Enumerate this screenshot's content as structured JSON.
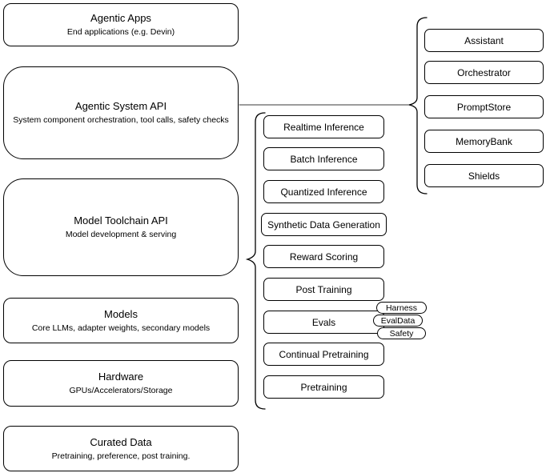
{
  "diagram": {
    "left_stack": [
      {
        "title": "Agentic Apps",
        "subtitle": "End applications (e.g. Devin)"
      },
      {
        "title": "Agentic System API",
        "subtitle": "System component orchestration, tool calls, safety checks"
      },
      {
        "title": "Model Toolchain API",
        "subtitle": "Model development & serving"
      },
      {
        "title": "Models",
        "subtitle": "Core LLMs, adapter weights, secondary models"
      },
      {
        "title": "Hardware",
        "subtitle": "GPUs/Accelerators/Storage"
      },
      {
        "title": "Curated Data",
        "subtitle": "Pretraining, preference, post training."
      }
    ],
    "toolchain_items": [
      "Realtime Inference",
      "Batch Inference",
      "Quantized Inference",
      "Synthetic Data Generation",
      "Reward Scoring",
      "Post Training",
      "Evals",
      "Continual Pretraining",
      "Pretraining"
    ],
    "evals_tags": [
      "Harness",
      "EvalData",
      "Safety"
    ],
    "system_components": [
      "Assistant",
      "Orchestrator",
      "PromptStore",
      "MemoryBank",
      "Shields"
    ],
    "colors": {
      "stroke": "#000000",
      "background": "#ffffff",
      "text": "#000000"
    }
  }
}
